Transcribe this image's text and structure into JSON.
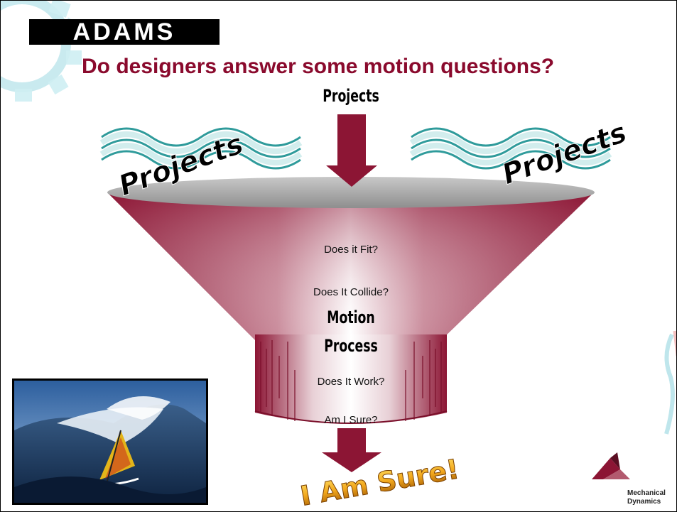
{
  "header": {
    "logo_text": "ADAMS",
    "title": "Do designers answer some motion questions?"
  },
  "diagram": {
    "top_label": "Projects",
    "left_label": "Projects",
    "right_label": "Projects",
    "questions": [
      "Does it Fit?",
      "Does It Collide?",
      "Does It Work?",
      "Am I Sure?"
    ],
    "process_label_1": "Motion",
    "process_label_2": "Process",
    "result_label": "I Am Sure!"
  },
  "colors": {
    "title": "#8a0a2d",
    "funnel": "#8c1534",
    "funnel_rim": "#9a9a9a",
    "arrow": "#8c1534",
    "wave": "#3aa8a8",
    "result_gold": "#d98a00"
  },
  "footer_logo": {
    "line1": "Mechanical",
    "line2": "Dynamics"
  },
  "photo": {
    "icon": "windsurfer-photo"
  }
}
